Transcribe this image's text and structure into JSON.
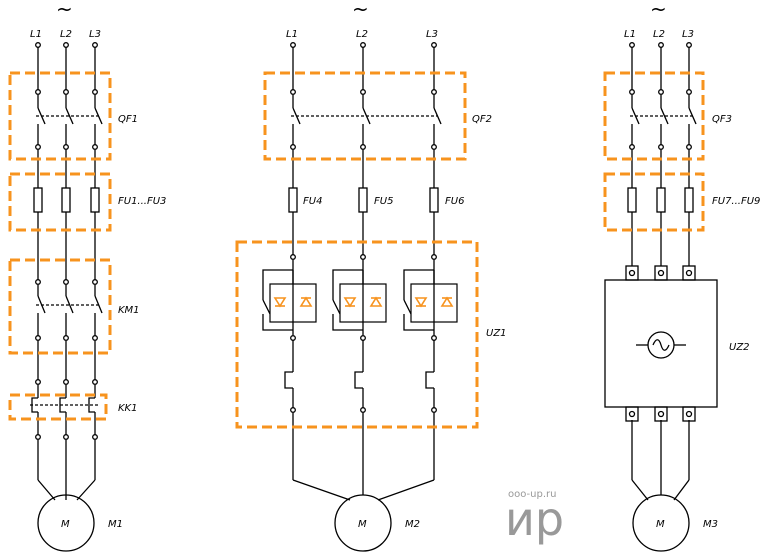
{
  "colors": {
    "wire": "#000000",
    "accent": "#f7931e",
    "brand": "#999999"
  },
  "brand": {
    "url": "ooo-up.ru",
    "logo": "ир"
  },
  "circuits": [
    {
      "tilde": "~",
      "phases": [
        "L1",
        "L2",
        "L3"
      ],
      "labels": {
        "breaker": "QF1",
        "fuses": "FU1...FU3",
        "contactor": "KM1",
        "relay": "KK1"
      },
      "motor": {
        "symbol": "M",
        "name": "M1"
      }
    },
    {
      "tilde": "~",
      "phases": [
        "L1",
        "L2",
        "L3"
      ],
      "labels": {
        "breaker": "QF2",
        "fuse_a": "FU4",
        "fuse_b": "FU5",
        "fuse_c": "FU6",
        "softstarter": "UZ1"
      },
      "motor": {
        "symbol": "M",
        "name": "M2"
      }
    },
    {
      "tilde": "~",
      "phases": [
        "L1",
        "L2",
        "L3"
      ],
      "labels": {
        "breaker": "QF3",
        "fuses": "FU7...FU9",
        "drive": "UZ2"
      },
      "motor": {
        "symbol": "M",
        "name": "M3"
      }
    }
  ]
}
